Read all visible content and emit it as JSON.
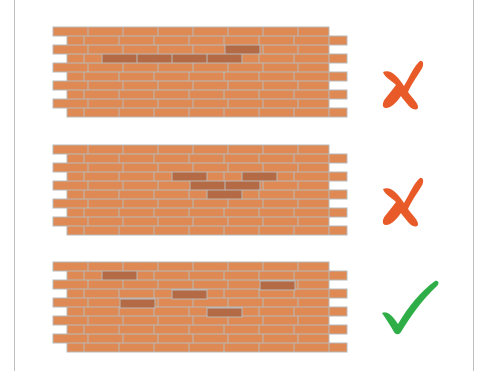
{
  "colors": {
    "brick": "#df8a55",
    "brick_dark": "#b46b45",
    "mortar": "#b9b9b9",
    "cross": "#e85a28",
    "check": "#2fae48",
    "frame_border": "#bdbdbd"
  },
  "panels": [
    {
      "pattern": "aligned-row-of-dark-bricks",
      "verdict": "incorrect",
      "mark_icon": "cross-icon"
    },
    {
      "pattern": "v-shaped-cluster-of-dark-bricks",
      "verdict": "incorrect",
      "mark_icon": "cross-icon"
    },
    {
      "pattern": "randomly-scattered-dark-bricks",
      "verdict": "correct",
      "mark_icon": "check-icon"
    }
  ]
}
